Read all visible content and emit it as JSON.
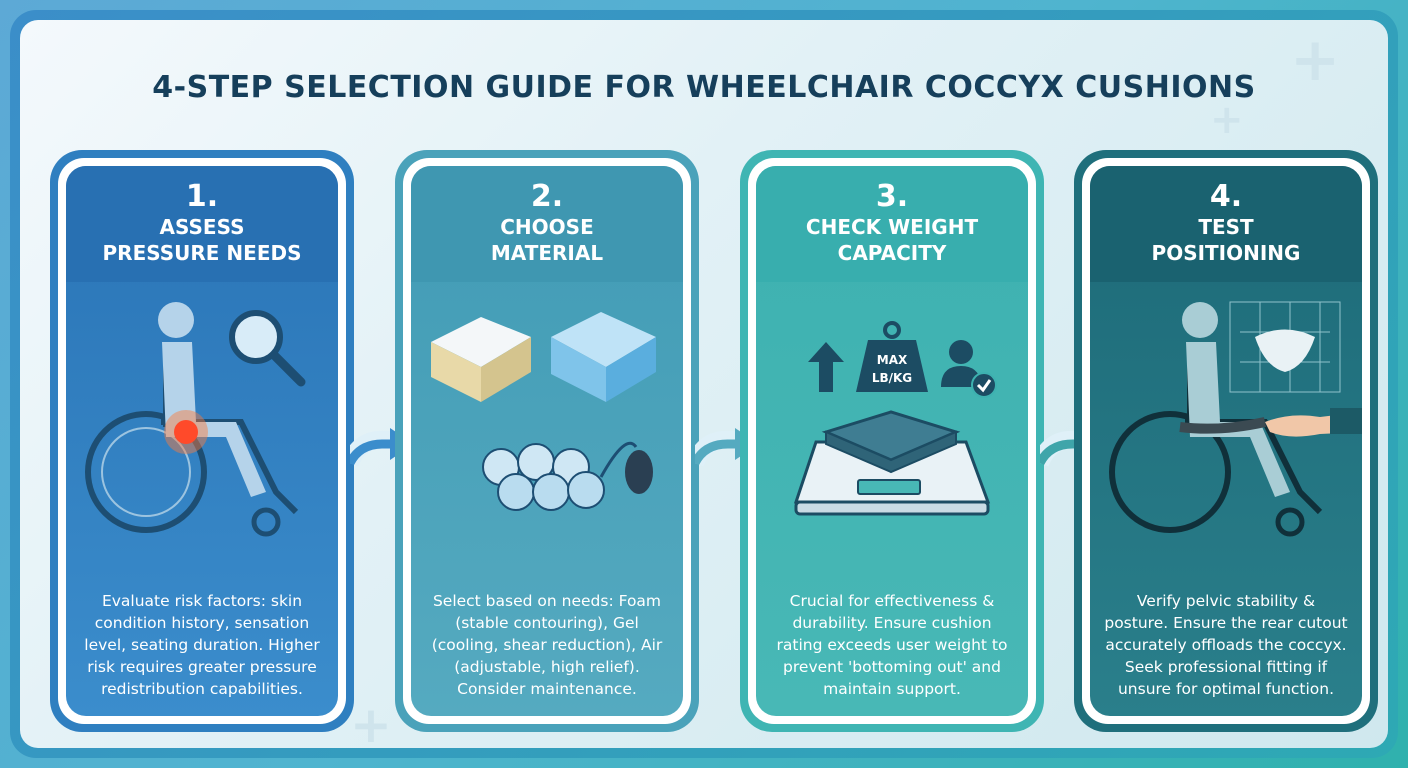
{
  "title": "4-STEP SELECTION GUIDE FOR WHEELCHAIR COCCYX CUSHIONS",
  "colors": {
    "title": "#163f5b",
    "step1": "#2f7fc0",
    "step2": "#4aa2ba",
    "step3": "#3fb5b3",
    "step4": "#1f6f7c"
  },
  "steps": [
    {
      "number": "1.",
      "label_line1": "ASSESS",
      "label_line2": "PRESSURE NEEDS",
      "icons": [
        "wheelchair-user-icon",
        "pressure-point-icon",
        "magnifier-icon"
      ],
      "description": "Evaluate risk factors: skin condition history, sensation level, seating duration. Higher risk requires greater pressure redistribution capabilities."
    },
    {
      "number": "2.",
      "label_line1": "CHOOSE",
      "label_line2": "MATERIAL",
      "icons": [
        "foam-block-icon",
        "gel-block-icon",
        "air-cells-icon",
        "air-pump-icon"
      ],
      "description": "Select based on needs: Foam (stable contouring), Gel (cooling, shear reduction), Air (adjustable, high relief). Consider maintenance."
    },
    {
      "number": "3.",
      "label_line1": "CHECK WEIGHT",
      "label_line2": "CAPACITY",
      "icons": [
        "up-arrow-icon",
        "weight-icon",
        "user-check-icon",
        "scale-icon"
      ],
      "weight_label_line1": "MAX",
      "weight_label_line2": "LB/KG",
      "description": "Crucial for effectiveness & durability. Ensure cushion rating exceeds user weight to prevent 'bottoming out' and maintain support."
    },
    {
      "number": "4.",
      "label_line1": "TEST",
      "label_line2": "POSITIONING",
      "icons": [
        "wheelchair-user-icon",
        "pelvis-xray-icon",
        "helping-hand-icon"
      ],
      "description": "Verify pelvic stability & posture. Ensure the rear cutout accurately offloads the coccyx. Seek professional fitting if unsure for optimal function."
    }
  ]
}
